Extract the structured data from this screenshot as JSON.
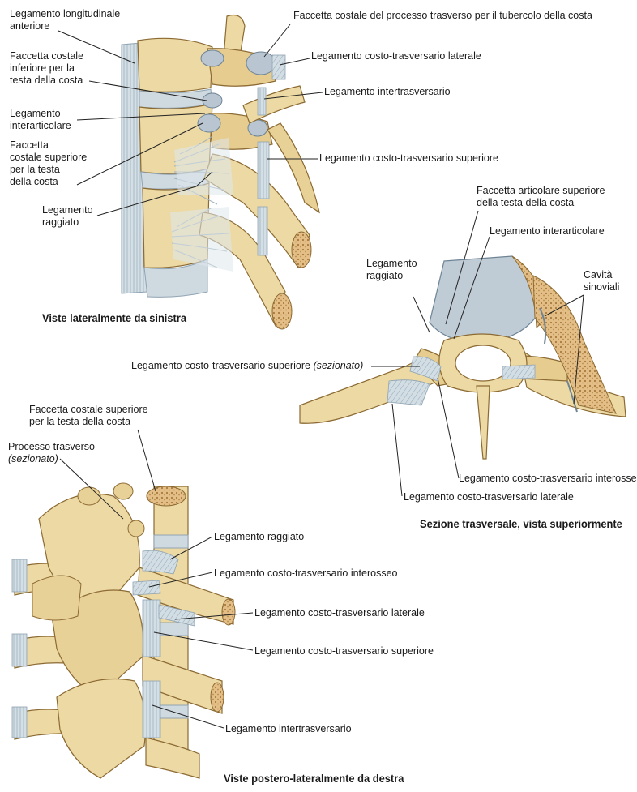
{
  "panels": {
    "lateral": {
      "caption": "Viste lateralmente da sinistra",
      "labels": {
        "lig_long_ant": [
          "Legamento longitudinale",
          "anteriore"
        ],
        "facet_inf": [
          "Faccetta costale",
          "inferiore per la",
          "testa della costa"
        ],
        "lig_interart": [
          "Legamento",
          "interarticolare"
        ],
        "facet_sup": [
          "Faccetta",
          "costale superiore",
          "per la testa",
          "della costa"
        ],
        "lig_radiate": [
          "Legamento",
          "raggiato"
        ],
        "facet_transverse": "Faccetta costale del processo trasverso per il tubercolo della costa",
        "lig_ct_lateral": "Legamento costo-trasversario laterale",
        "lig_intertrans": "Legamento intertrasversario",
        "lig_ct_superior": "Legamento costo-trasversario superiore"
      }
    },
    "transverse": {
      "caption": "Sezione trasversale, vista superiormente",
      "labels": {
        "facet_art_sup": [
          "Faccetta articolare superiore",
          "della testa della costa"
        ],
        "lig_interart": "Legamento interarticolare",
        "lig_radiate": [
          "Legamento",
          "raggiato"
        ],
        "synovial": [
          "Cavità",
          "sinoviali"
        ],
        "lig_ct_sup_cut": "Legamento costo-trasversario superiore",
        "lig_ct_sup_cut_note": "(sezionato)",
        "lig_ct_interosseous": "Legamento costo-trasversario interosseo",
        "lig_ct_lateral": "Legamento costo-trasversario laterale"
      }
    },
    "posterolateral": {
      "caption": "Viste postero-lateralmente da destra",
      "labels": {
        "facet_sup": [
          "Faccetta costale superiore",
          "per la testa della costa"
        ],
        "proc_trans": "Processo trasverso",
        "proc_trans_note": "(sezionato)",
        "lig_radiate": "Legamento raggiato",
        "lig_ct_interosseous": "Legamento costo-trasversario interosseo",
        "lig_ct_lateral": "Legamento costo-trasversario laterale",
        "lig_ct_superior": "Legamento costo-trasversario superiore",
        "lig_intertrans": "Legamento intertrasversario"
      }
    }
  },
  "colors": {
    "bone": "#ecd9a4",
    "bone_shadow": "#c9a766",
    "bone_dark": "#8c6a33",
    "ligament": "#c9d6de",
    "ligament_line": "#8fa3b2",
    "cartilage": "#b9c6d2",
    "marrow": "#d7b07a",
    "leader": "#222222"
  }
}
